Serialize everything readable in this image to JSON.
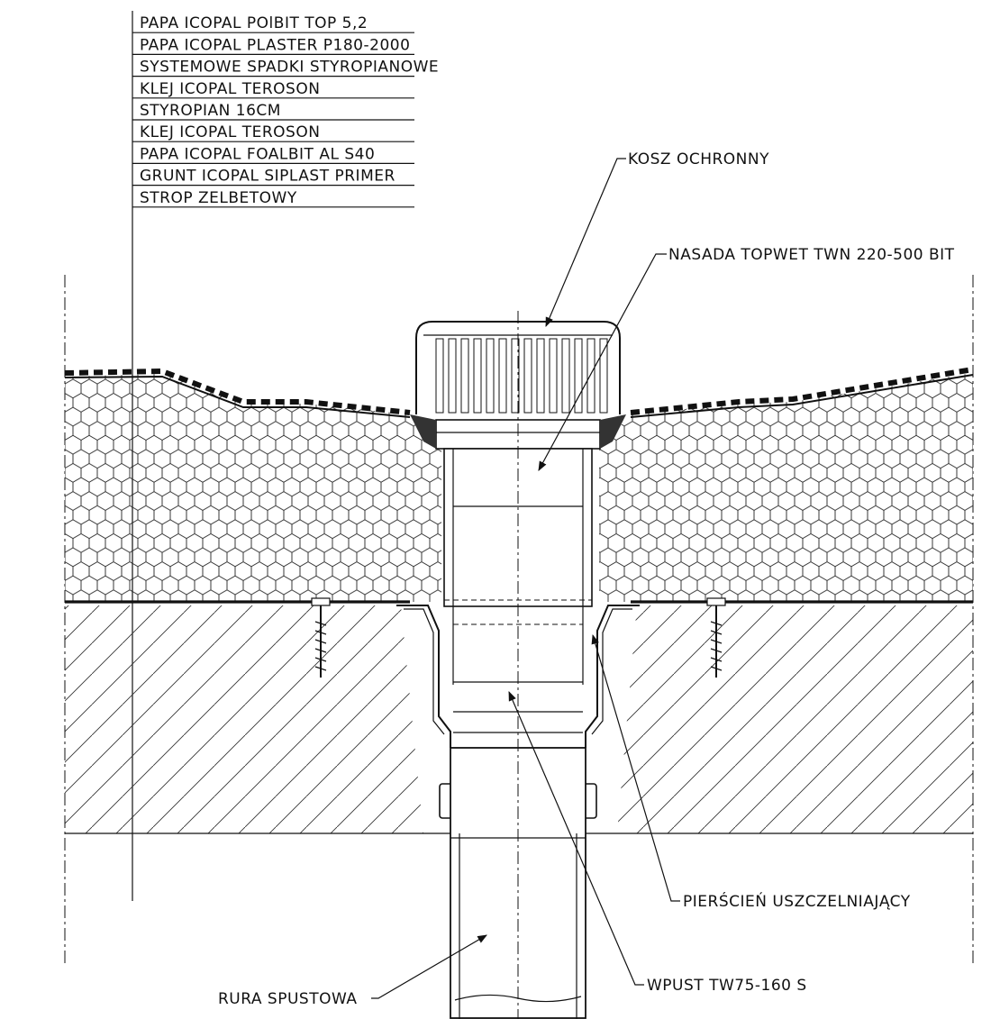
{
  "layers": [
    "PAPA ICOPAL POlBIT TOP 5,2",
    "PAPA ICOPAL PLASTER P180-2000",
    "SYSTEMOWE SPADKI STYROPIANOWE",
    "KLEJ ICOPAL TEROSON",
    "STYROPIAN 16CM",
    "KLEJ ICOPAL TEROSON",
    "PAPA ICOPAL FOALBIT AL S40",
    "GRUNT ICOPAL SIPLAST PRIMER",
    "STROP ZELBETOWY"
  ],
  "callouts": {
    "basket": "KOSZ OCHRONNY",
    "attachment": "NASADA TOPWET TWN 220-500 BIT",
    "seal_ring": "PIERŚCIEŃ USZCZELNIAJĄCY",
    "drain_pipe": "RURA SPUSTOWA",
    "inlet": "WPUST TW75-160 S"
  }
}
